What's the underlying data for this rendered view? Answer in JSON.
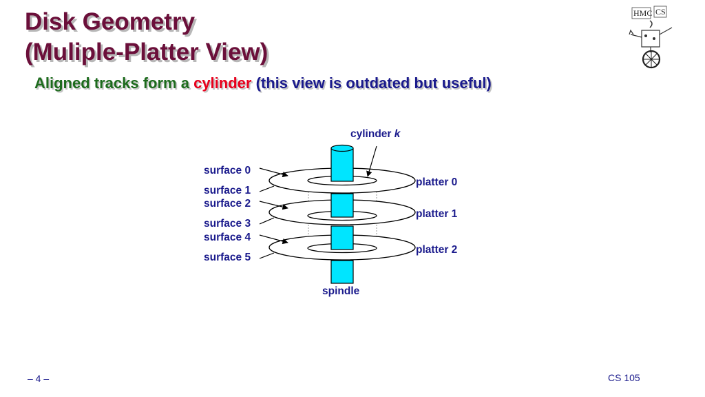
{
  "slide": {
    "title_line1": "Disk Geometry",
    "title_line2": "(Muliple-Platter View)",
    "subtitle_prefix": "Aligned tracks form a",
    "subtitle_highlight": "cylinder",
    "subtitle_suffix": "(this view is outdated but useful)",
    "page_number": "– 4 –",
    "course": "CS 105"
  },
  "logo": {
    "text_left": "HMC",
    "text_right": "CS"
  },
  "diagram": {
    "cylinder_label": "cylinder",
    "cylinder_var": "k",
    "surfaces": [
      "surface 0",
      "surface 1",
      "surface 2",
      "surface 3",
      "surface 4",
      "surface 5"
    ],
    "platters": [
      "platter 0",
      "platter 1",
      "platter 2"
    ],
    "spindle_label": "spindle"
  },
  "colors": {
    "title": "#6b0f3a",
    "subtitle": "#1d6b1d",
    "highlight": "#e8001c",
    "label": "#1a1a8c",
    "spindle": "#00e5ff"
  }
}
